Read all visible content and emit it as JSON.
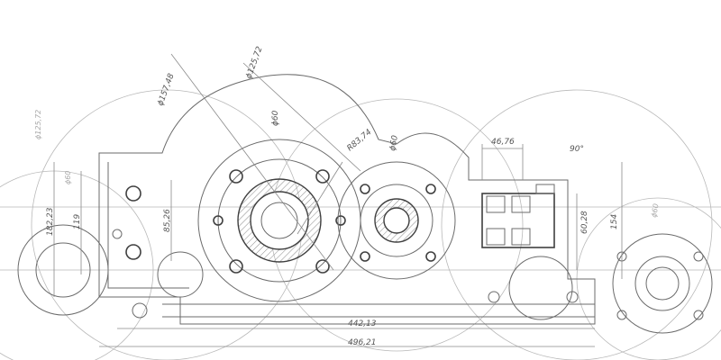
{
  "dimensions": {
    "d_125_72_top": "ϕ125,72",
    "d_157_48": "ϕ157,48",
    "d_60_center": "ϕ60",
    "r_83_74": "R83,74",
    "d_60_right": "ϕ60",
    "d_46_76": "46,76",
    "angle_90": "90°",
    "d_125_72_left": "ϕ125,72",
    "d_60_left": "ϕ60",
    "d_182_23": "182,23",
    "d_119": "119",
    "d_85_26": "85,26",
    "d_60_rc": "60,28",
    "d_154": "154",
    "d_60_far": "ϕ60",
    "d_442_13": "442,13",
    "d_496_21": "496,21"
  },
  "colors": {
    "line": "#3f3f3f",
    "faint": "#b9b9b9",
    "paper": "#ffffff"
  }
}
